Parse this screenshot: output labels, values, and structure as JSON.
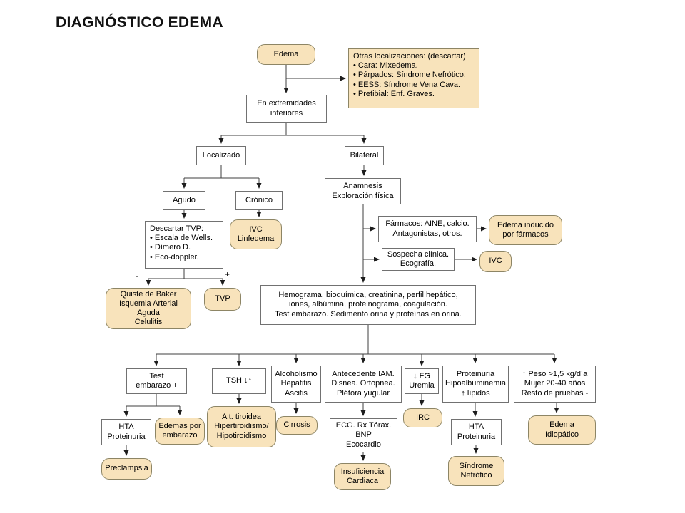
{
  "title": "DIAGNÓSTICO EDEMA",
  "colors": {
    "background": "#FFFFFF",
    "node_fill_tan": "#F8E3BB",
    "node_border_tan": "#8D8565",
    "node_border_rect": "#717171",
    "connector_line": "#3F3F3F",
    "text": "#000000"
  },
  "nodes": {
    "edema": {
      "lines": [
        "Edema"
      ]
    },
    "otras_localizaciones": {
      "lines": [
        "Otras localizaciones: (descartar)",
        "• Cara: Mixedema.",
        "• Párpados: Síndrome Nefrótico.",
        "• EESS: Síndrome Vena Cava.",
        "• Pretibial: Enf. Graves."
      ]
    },
    "extremidades": {
      "lines": [
        "En extremidades",
        "inferiores"
      ]
    },
    "localizado": {
      "lines": [
        "Localizado"
      ]
    },
    "bilateral": {
      "lines": [
        "Bilateral"
      ]
    },
    "agudo": {
      "lines": [
        "Agudo"
      ]
    },
    "cronico": {
      "lines": [
        "Crónico"
      ]
    },
    "descartar_tvp": {
      "lines": [
        "Descartar TVP:",
        "• Escala de Wells.",
        "• Dímero D.",
        "• Eco-doppler."
      ]
    },
    "ivc_linfedema": {
      "lines": [
        "IVC",
        "Linfedema"
      ]
    },
    "quiste_baker": {
      "lines": [
        "Quiste de Baker",
        "Isquemia Arterial Aguda",
        "Celulitis"
      ]
    },
    "tvp": {
      "lines": [
        "TVP"
      ]
    },
    "anamnesis": {
      "lines": [
        "Anamnesis",
        "Exploración física"
      ]
    },
    "farmacos": {
      "lines": [
        "Fármacos: AINE, calcio.",
        "Antagonistas, otros."
      ]
    },
    "edema_inducido_farmacos": {
      "lines": [
        "Edema inducido",
        "por fármacos"
      ]
    },
    "sospecha_clinica": {
      "lines": [
        "Sospecha clínica.",
        "Ecografía."
      ]
    },
    "ivc": {
      "lines": [
        "IVC"
      ]
    },
    "hemograma": {
      "lines": [
        "Hemograma, bioquímica, creatinina, perfil hepático,",
        "iones, albúmina, proteinograma, coagulación.",
        "Test embarazo. Sedimento orina y proteínas en orina."
      ]
    },
    "test_embarazo": {
      "lines": [
        "Test",
        "embarazo +"
      ]
    },
    "tsh": {
      "lines": [
        "TSH ↓↑"
      ]
    },
    "alcoholismo": {
      "lines": [
        "Alcoholismo",
        "Hepatitis",
        "Ascitis"
      ]
    },
    "antecedente_iam": {
      "lines": [
        "Antecedente IAM.",
        "Disnea. Ortopnea.",
        "Plétora yugular"
      ]
    },
    "fg_uremia": {
      "lines": [
        "↓ FG",
        "Uremia"
      ]
    },
    "proteinuria": {
      "lines": [
        "Proteinuria",
        "Hipoalbuminemia",
        "↑ lípidos"
      ]
    },
    "peso": {
      "lines": [
        "↑ Peso >1,5 kg/día",
        "Mujer 20-40 años",
        "Resto de pruebas -"
      ]
    },
    "hta_proteinuria_izq": {
      "lines": [
        "HTA",
        "Proteinuria"
      ]
    },
    "edemas_embarazo": {
      "lines": [
        "Edemas por",
        "embarazo"
      ]
    },
    "alt_tiroidea": {
      "lines": [
        "Alt. tiroidea",
        "Hipertiroidismo/",
        "Hipotiroidismo"
      ]
    },
    "cirrosis": {
      "lines": [
        "Cirrosis"
      ]
    },
    "ecg": {
      "lines": [
        "ECG. Rx Tórax.",
        "BNP",
        "Ecocardio"
      ]
    },
    "irc": {
      "lines": [
        "IRC"
      ]
    },
    "hta_proteinuria_der": {
      "lines": [
        "HTA",
        "Proteinuria"
      ]
    },
    "edema_idiopatico": {
      "lines": [
        "Edema",
        "Idiopático"
      ]
    },
    "preclampsia": {
      "lines": [
        "Preclampsia"
      ]
    },
    "insuficiencia_cardiaca": {
      "lines": [
        "Insuficiencia",
        "Cardiaca"
      ]
    },
    "sindrome_nefrotico": {
      "lines": [
        "Síndrome",
        "Nefrótico"
      ]
    }
  },
  "edge_labels": {
    "tvp_negative": "-",
    "tvp_positive": "+"
  }
}
